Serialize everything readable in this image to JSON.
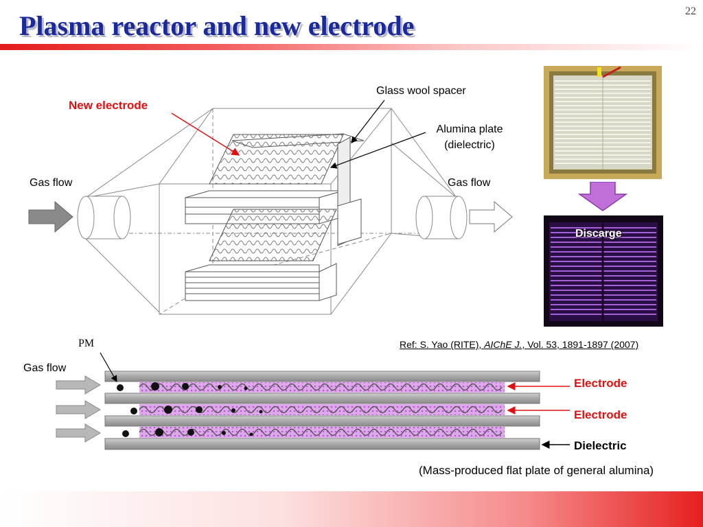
{
  "slide": {
    "title": "Plasma reactor and new electrode",
    "page_number": "22"
  },
  "reactor_diagram": {
    "new_electrode_label": "New electrode",
    "glass_wool_label": "Glass wool spacer",
    "alumina_label_line1": "Alumina plate",
    "alumina_label_line2": "(dielectric)",
    "gas_flow_in": "Gas flow",
    "gas_flow_out": "Gas flow"
  },
  "photos": {
    "discharge_label": "Discarge"
  },
  "reference": {
    "prefix": "Ref: S. Yao (RITE), ",
    "journal": "AIChE J.",
    "suffix": ", Vol. 53, 1891-1897 (2007)"
  },
  "cross_section": {
    "pm_label": "PM",
    "gas_flow_label": "Gas flow",
    "electrode_label_1": "Electrode",
    "electrode_label_2": "Electrode",
    "dielectric_label": "Dielectric",
    "note": "(Mass-produced flat plate of general alumina)"
  },
  "colors": {
    "title": "#1b2a9a",
    "accent_red": "#e01010",
    "plasma_purple": "#c070d8"
  }
}
